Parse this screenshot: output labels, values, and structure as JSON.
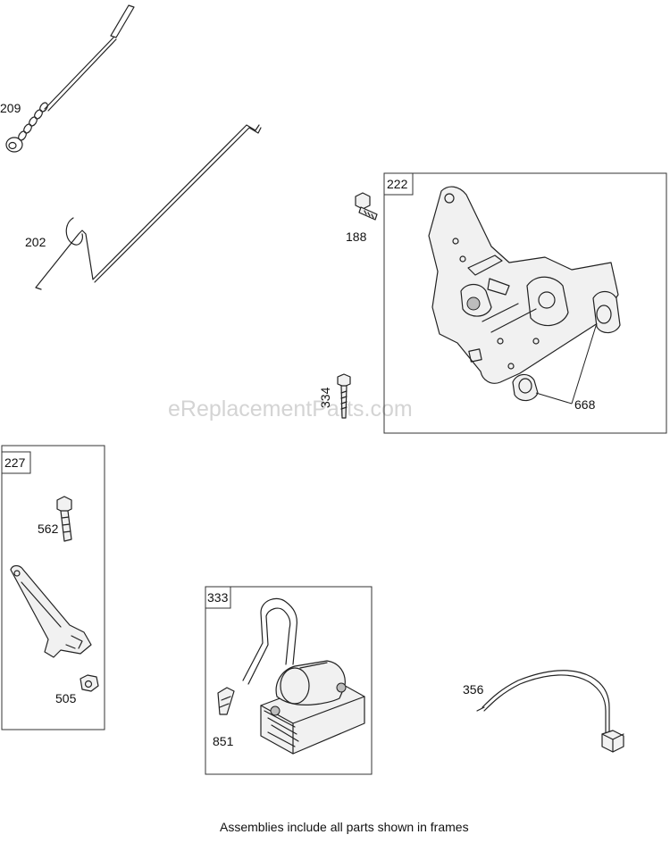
{
  "watermark": "eReplacementParts.com",
  "caption": "Assemblies include all parts shown in frames",
  "parts": {
    "p209": "209",
    "p202": "202",
    "p188": "188",
    "p334": "334",
    "p222": "222",
    "p668": "668",
    "p227": "227",
    "p562": "562",
    "p505": "505",
    "p333": "333",
    "p851": "851",
    "p356": "356"
  }
}
